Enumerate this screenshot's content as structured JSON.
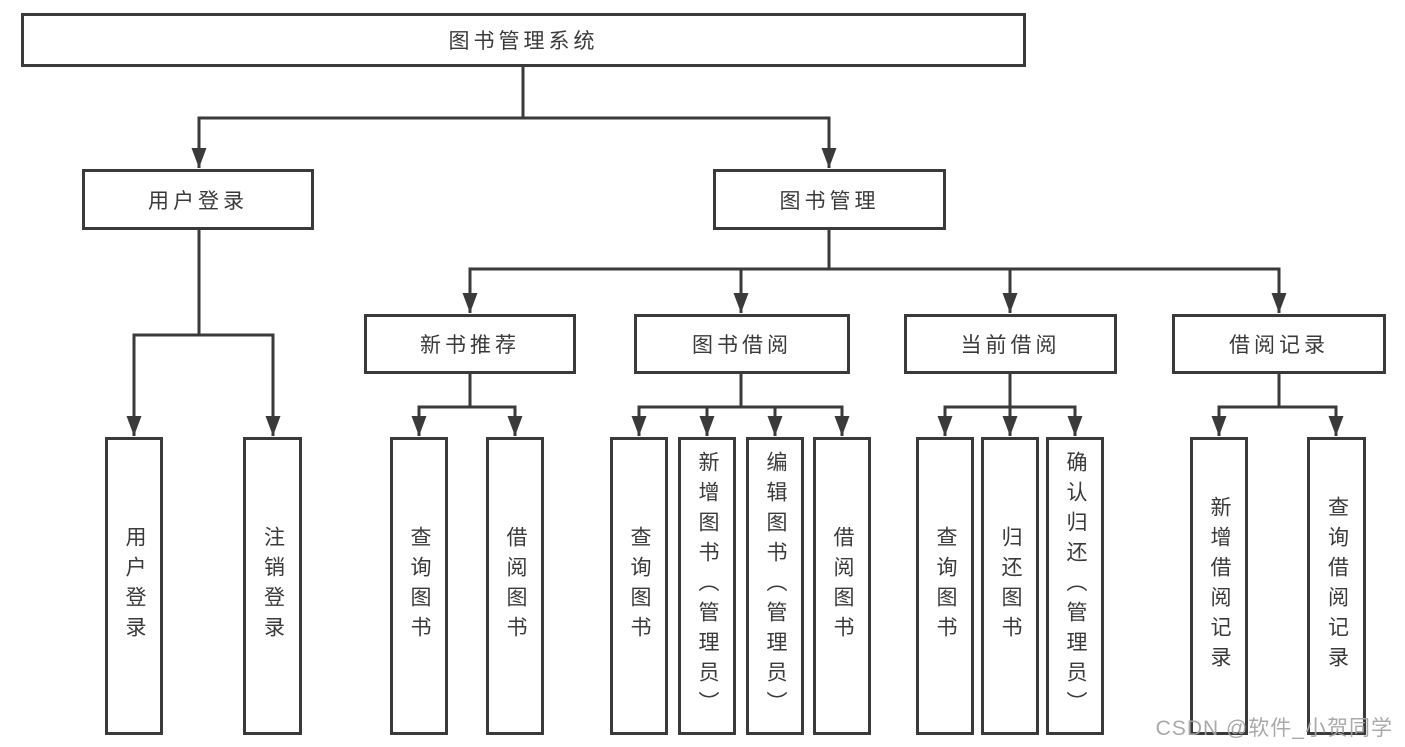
{
  "diagram": {
    "root": "图书管理系统",
    "level2": [
      "用户登录",
      "图书管理"
    ],
    "level3": [
      "新书推荐",
      "图书借阅",
      "当前借阅",
      "借阅记录"
    ],
    "leaves": {
      "user_login": [
        "用户登录",
        "注销登录"
      ],
      "new_book_recommend": [
        "查询图书",
        "借阅图书"
      ],
      "book_borrow": [
        "查询图书",
        "新增图书（管理员）",
        "编辑图书（管理员）",
        "借阅图书"
      ],
      "current_borrow": [
        "查询图书",
        "归还图书",
        "确认归还（管理员）"
      ],
      "borrow_record": [
        "新增借阅记录",
        "查询借阅记录"
      ]
    },
    "watermark": "CSDN @软件_小贺同学",
    "colors": {
      "line": "#3a3a3a",
      "text": "#3a3a3a",
      "background": "#ffffff",
      "watermark": "#a4a4a4"
    }
  }
}
